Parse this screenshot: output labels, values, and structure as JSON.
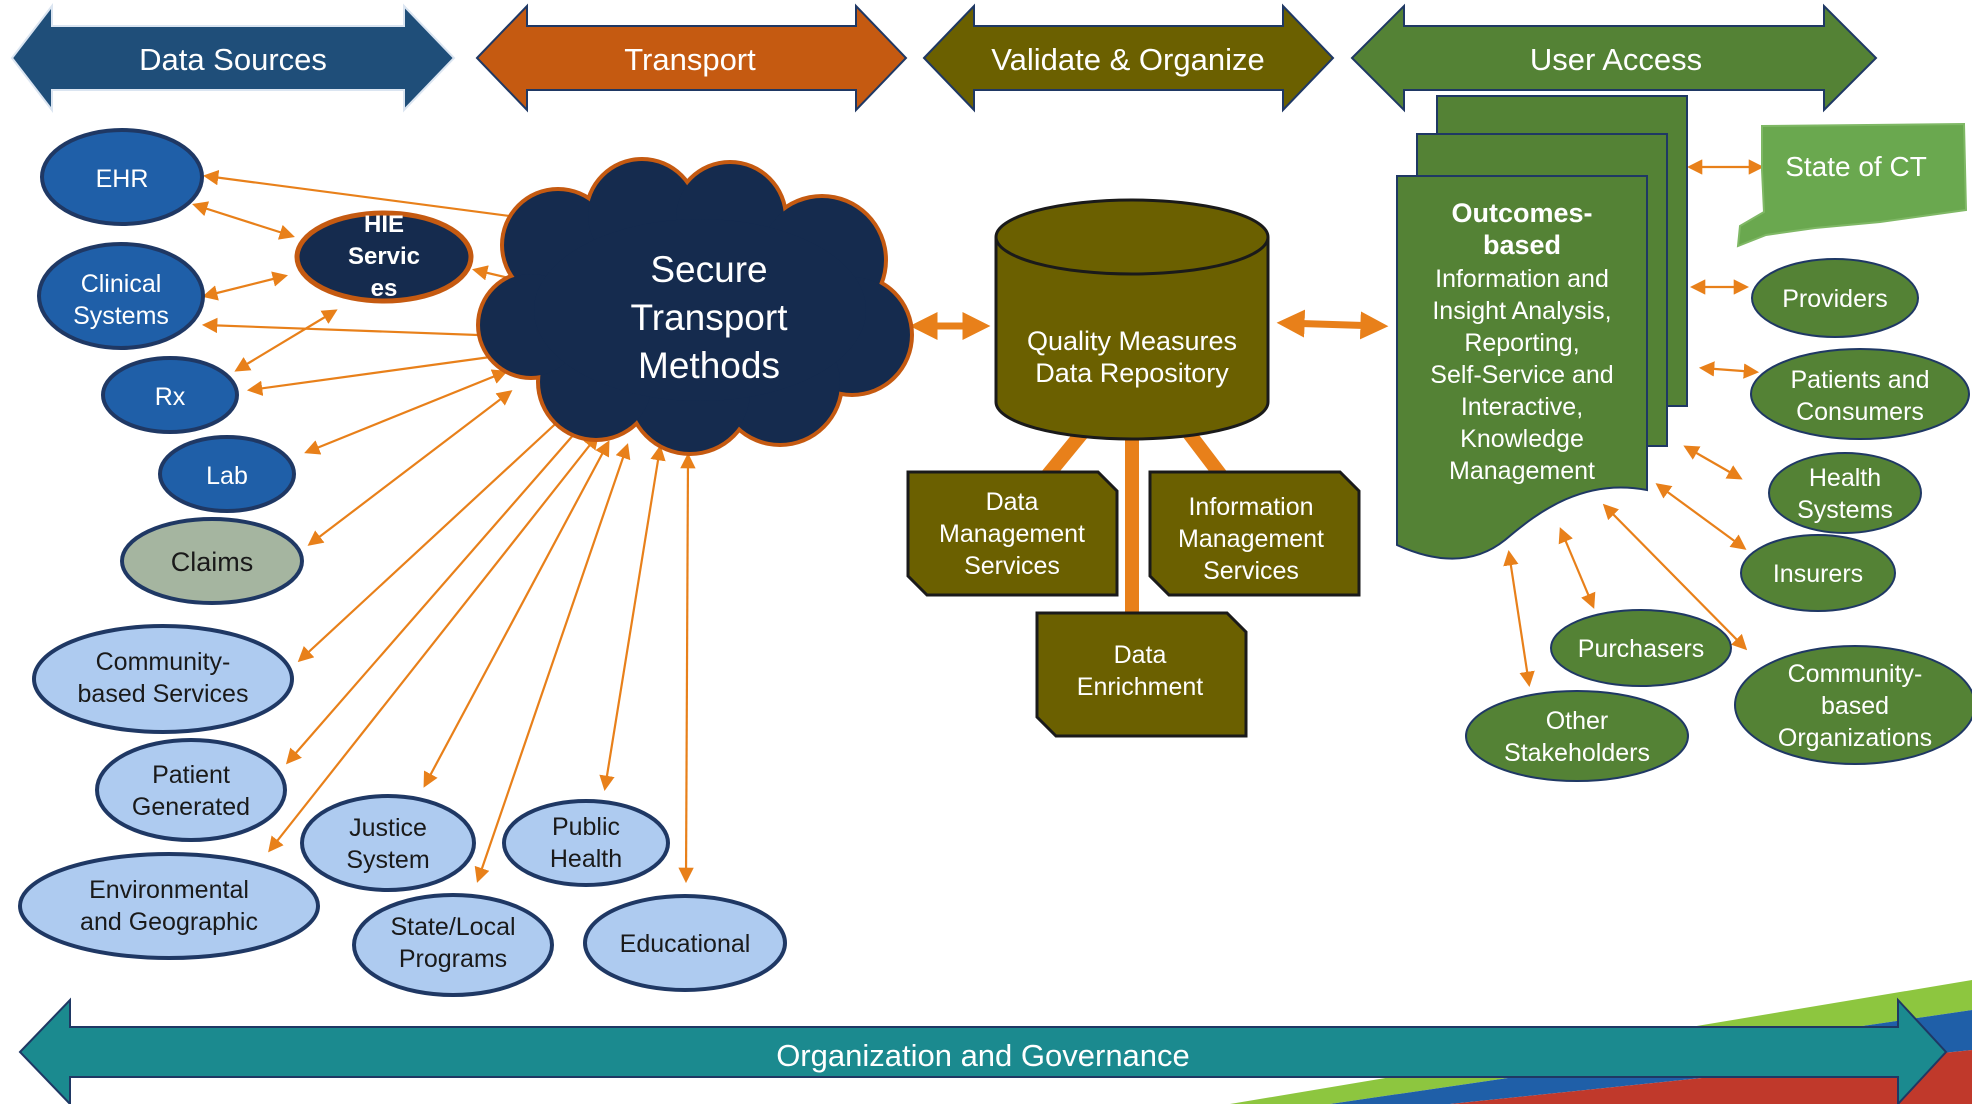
{
  "colors": {
    "data_sources": "#1f4e79",
    "transport": "#c55a11",
    "validate": "#7f6000",
    "user_access": "#548235",
    "governance": "#1b8a8f",
    "connector": "#e8801a",
    "dark_blue": "#1f5fa8",
    "navy": "#152b4e",
    "light_blue": "#aecbf0",
    "olive": "#6b6000",
    "green": "#548235",
    "grey_green": "#a5b5a0"
  },
  "headers": {
    "data_sources": "Data Sources",
    "transport": "Transport",
    "validate": "Validate & Organize",
    "user_access": "User Access",
    "governance": "Organization and Governance"
  },
  "sources": {
    "ehr": "EHR",
    "clinical": [
      "Clinical",
      "Systems"
    ],
    "rx": "Rx",
    "lab": "Lab",
    "claims": "Claims",
    "hie": [
      "HIE",
      "Servic",
      "es"
    ],
    "community": [
      "Community-",
      "based Services"
    ],
    "patient_generated": [
      "Patient",
      "Generated"
    ],
    "environmental": [
      "Environmental",
      "and Geographic"
    ],
    "justice": [
      "Justice",
      "System"
    ],
    "state_local": [
      "State/Local",
      "Programs"
    ],
    "public_health": [
      "Public",
      "Health"
    ],
    "educational": "Educational"
  },
  "transport_cloud": [
    "Secure",
    "Transport",
    "Methods"
  ],
  "repository": [
    "Quality Measures",
    "Data Repository"
  ],
  "services": {
    "data_management": [
      "Data",
      "Management",
      "Services"
    ],
    "information_management": [
      "Information",
      "Management",
      "Services"
    ],
    "data_enrichment": [
      "Data",
      "Enrichment"
    ]
  },
  "outcomes": {
    "title": [
      "Outcomes-",
      "based"
    ],
    "body": [
      "Information and",
      "Insight Analysis,",
      "Reporting,",
      "Self-Service and",
      "Interactive,",
      "Knowledge",
      "Management"
    ]
  },
  "users": {
    "state": "State of CT",
    "providers": "Providers",
    "patients": [
      "Patients and",
      "Consumers"
    ],
    "health_systems": [
      "Health",
      "Systems"
    ],
    "insurers": "Insurers",
    "purchasers": "Purchasers",
    "community_orgs": [
      "Community-",
      "based",
      "Organizations"
    ],
    "other": [
      "Other",
      "Stakeholders"
    ]
  }
}
